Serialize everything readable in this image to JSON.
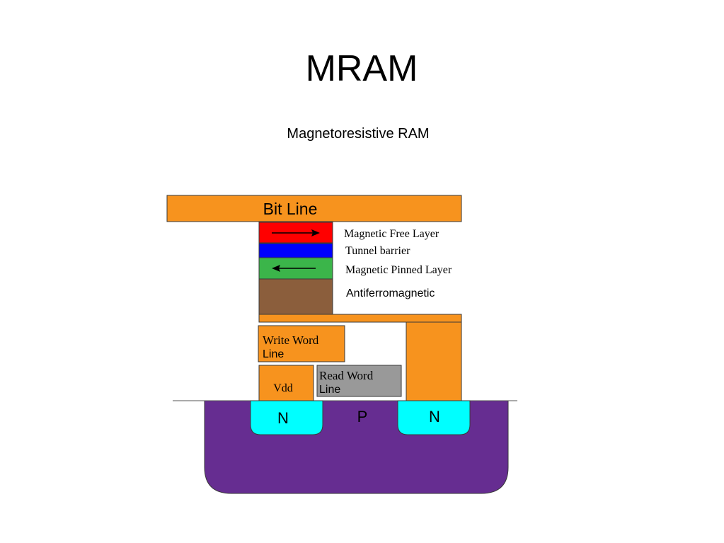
{
  "slide": {
    "title": "MRAM",
    "subtitle": "Magnetoresistive RAM"
  },
  "diagram": {
    "bit_line": "Bit Line",
    "free_layer": "Magnetic Free Layer",
    "tunnel_barrier": "Tunnel barrier",
    "pinned_layer": "Magnetic Pinned Layer",
    "antiferro": "Antiferromagnetic",
    "write_word_line": {
      "line1": "Write Word",
      "line2": "Line"
    },
    "read_word_line": {
      "line1": "Read Word",
      "line2": "Line"
    },
    "vdd": "Vdd",
    "n_left": "N",
    "p_region": "P",
    "n_right": "N"
  },
  "colors": {
    "orange": "#F7931E",
    "red": "#FF0000",
    "blue": "#0000FF",
    "green": "#3BB54A",
    "brown": "#8B5E3C",
    "gray": "#999999",
    "purple": "#662D91",
    "cyan": "#00FFFF",
    "outline": "#3a3a3a",
    "text": "#000000"
  }
}
